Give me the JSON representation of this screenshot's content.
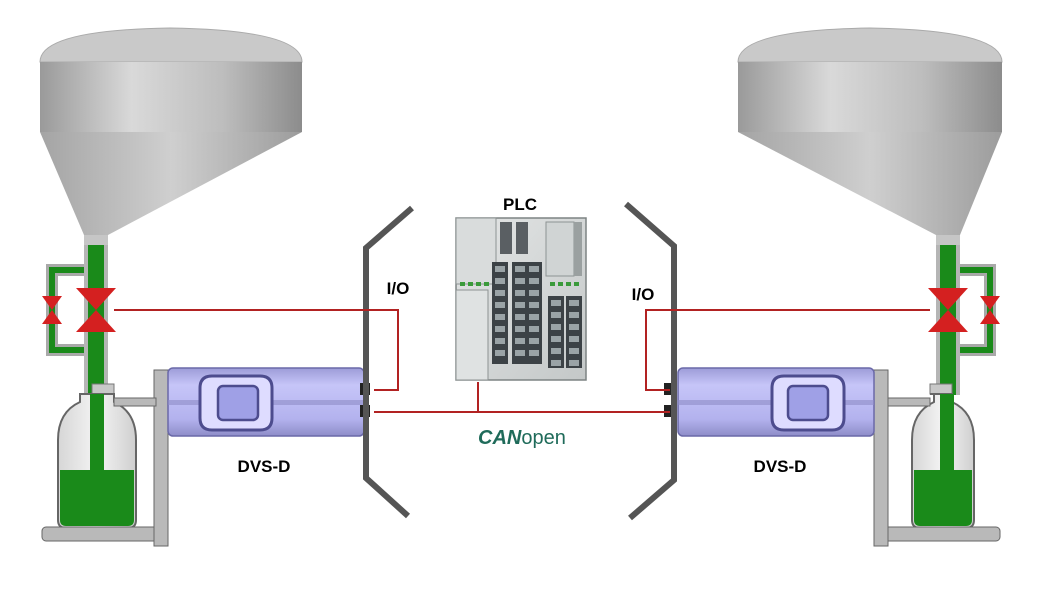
{
  "labels": {
    "plc": "PLC",
    "io_left": "I/O",
    "io_right": "I/O",
    "scale_left": "DVS-D",
    "scale_right": "DVS-D",
    "bus_brand": "CAN",
    "bus_suffix": "open"
  },
  "colors": {
    "product_green": "#1a8a1a",
    "valve_red": "#d42020",
    "signal_line": "#b22222",
    "scale_body": "#b7b6f2",
    "hopper_grey": "#b8b8b8",
    "bus_logo": "#1f6b5a"
  }
}
